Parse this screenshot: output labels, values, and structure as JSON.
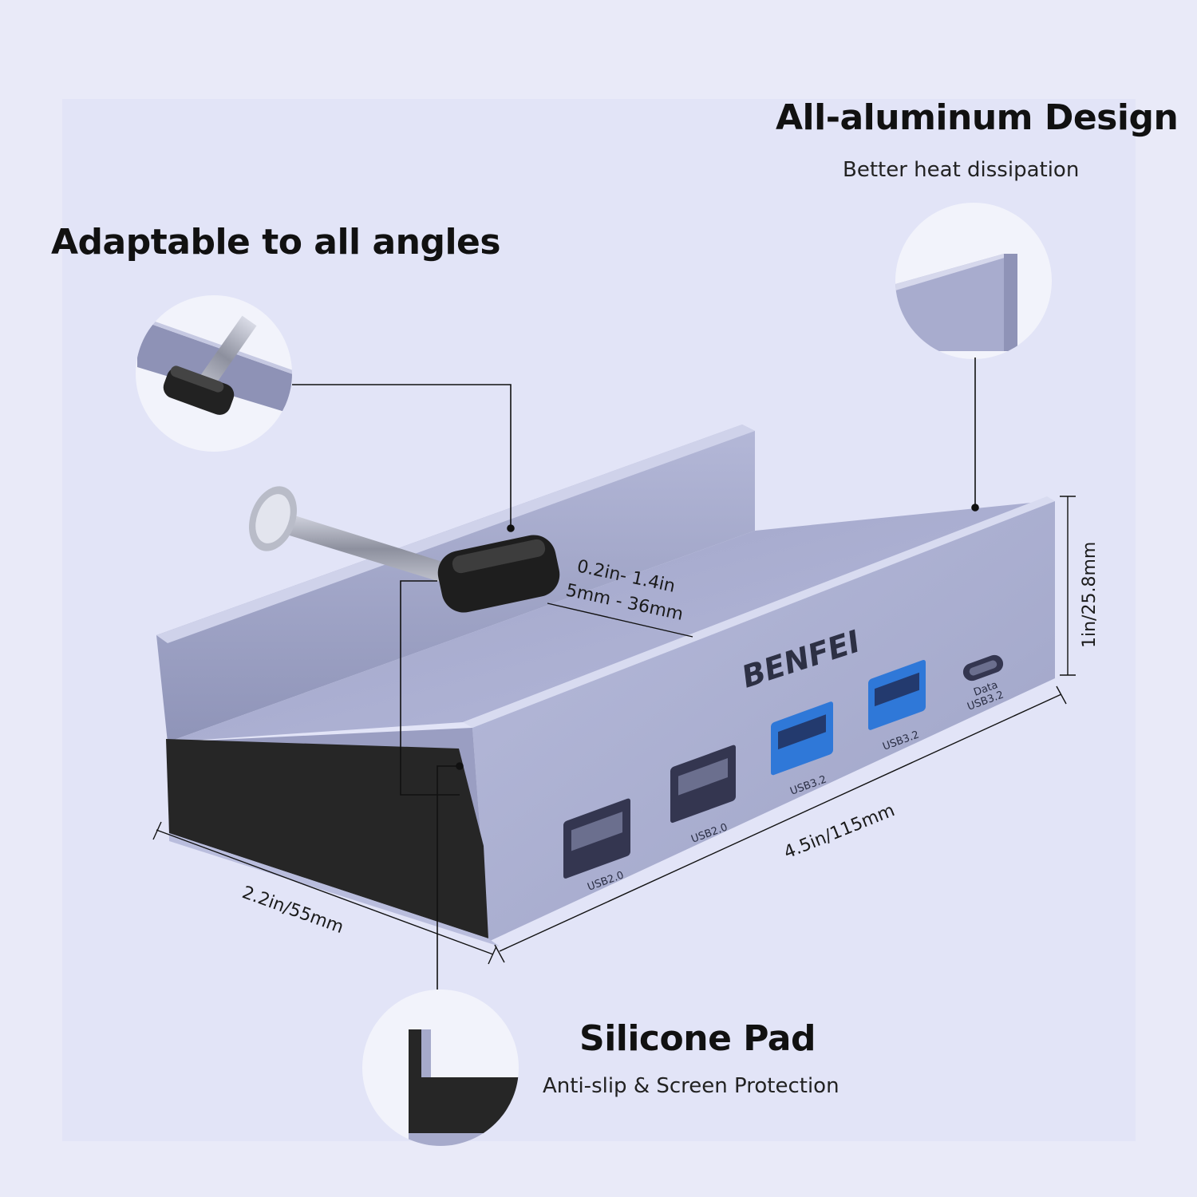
{
  "features": {
    "aluminum": {
      "title": "All-aluminum Design",
      "subtitle": "Better heat dissipation"
    },
    "angles": {
      "title": "Adaptable to all angles"
    },
    "silicone": {
      "title": "Silicone Pad",
      "subtitle": "Anti-slip & Screen Protection"
    }
  },
  "product": {
    "brand": "BENFEI",
    "clamp_range_in": "0.2in- 1.4in",
    "clamp_range_mm": "5mm - 36mm",
    "height": "1in/25.8mm",
    "width": "4.5in/115mm",
    "depth": "2.2in/55mm",
    "ports": [
      {
        "label": "USB2.0"
      },
      {
        "label": "USB2.0"
      },
      {
        "label": "USB3.2"
      },
      {
        "label": "USB3.2"
      },
      {
        "label_top": "Data",
        "label": "USB3.2"
      }
    ]
  },
  "colors": {
    "background": "#e9eaf8",
    "aluminum": "#a9aed0",
    "usb3_accent": "#2f78d8",
    "pad": "#262626"
  }
}
